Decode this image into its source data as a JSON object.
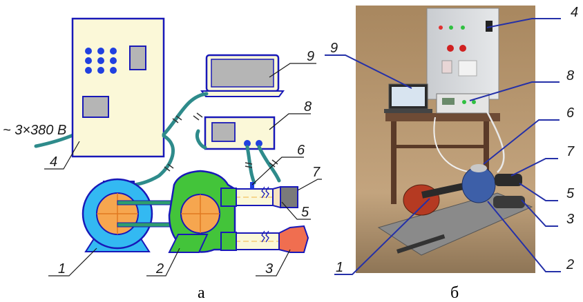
{
  "figure": {
    "voltage_label": "~ 3×380 В",
    "panel_a_caption": "а",
    "panel_b_caption": "б"
  },
  "diagram_callouts": [
    "1",
    "2",
    "3",
    "4",
    "5",
    "6",
    "7",
    "8",
    "9"
  ],
  "photo_callouts": [
    "1",
    "2",
    "3",
    "4",
    "5",
    "6",
    "7",
    "8",
    "9"
  ],
  "colors": {
    "cabinet_fill": "#fbf8d8",
    "outline": "#1818b8",
    "cable": "#2e8b8b",
    "motor_blue": "#33b9f2",
    "fan_green": "#43c43a",
    "rotor_orange": "#f6a64f",
    "screen_gray": "#b5b5b5",
    "nozzle_red": "#f06e50",
    "photo_wall": "#b99a75",
    "leader_blue": "#2430a8"
  }
}
